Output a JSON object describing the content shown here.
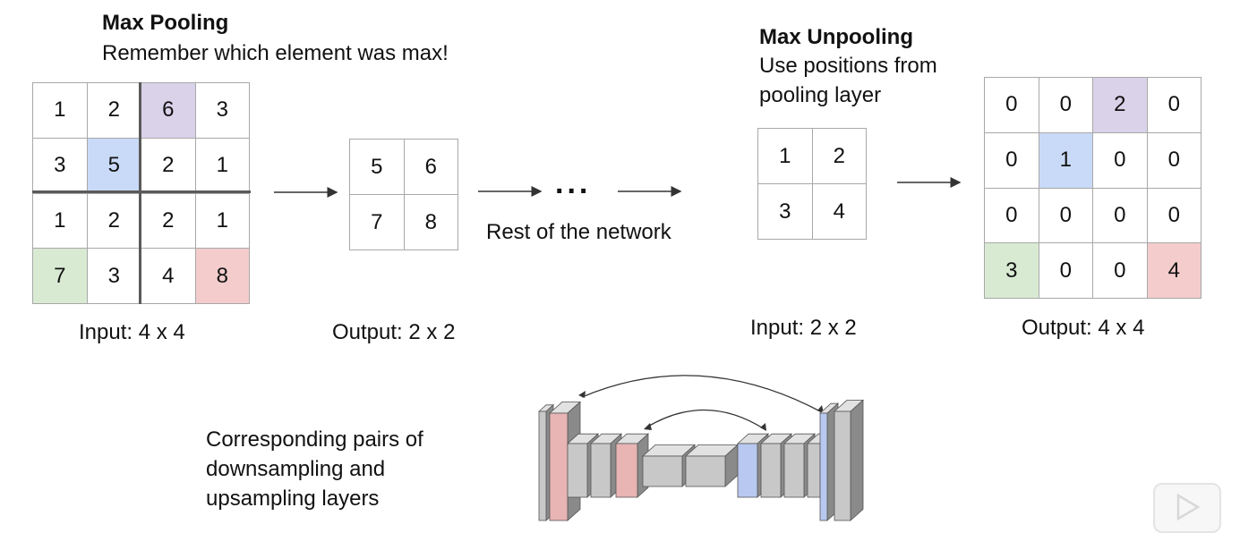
{
  "pooling": {
    "title": "Max Pooling",
    "subtitle": "Remember which element was max!",
    "input_grid": [
      [
        "1",
        "2",
        "6",
        "3"
      ],
      [
        "3",
        "5",
        "2",
        "1"
      ],
      [
        "1",
        "2",
        "2",
        "1"
      ],
      [
        "7",
        "3",
        "4",
        "8"
      ]
    ],
    "input_highlights": {
      "0-2": "#d9d2e9",
      "1-1": "#c9daf8",
      "3-0": "#d9ead3",
      "3-3": "#f4cccc"
    },
    "input_label": "Input: 4 x 4",
    "output_grid": [
      [
        "5",
        "6"
      ],
      [
        "7",
        "8"
      ]
    ],
    "output_label": "Output: 2 x 2"
  },
  "network": {
    "ellipsis": "...",
    "label": "Rest of the network"
  },
  "unpooling": {
    "title": "Max Unpooling",
    "subtitle_line1": "Use positions from",
    "subtitle_line2": "pooling layer",
    "input_grid": [
      [
        "1",
        "2"
      ],
      [
        "3",
        "4"
      ]
    ],
    "input_label": "Input: 2 x 2",
    "output_grid": [
      [
        "0",
        "0",
        "2",
        "0"
      ],
      [
        "0",
        "1",
        "0",
        "0"
      ],
      [
        "0",
        "0",
        "0",
        "0"
      ],
      [
        "3",
        "0",
        "0",
        "4"
      ]
    ],
    "output_highlights": {
      "0-2": "#d9d2e9",
      "1-1": "#c9daf8",
      "3-0": "#d9ead3",
      "3-3": "#f4cccc"
    },
    "output_label": "Output: 4 x 4"
  },
  "bottom": {
    "line1": "Corresponding pairs of",
    "line2": "downsampling and",
    "line3": "upsampling layers"
  },
  "colors": {
    "purple": "#d9d2e9",
    "blue": "#c9daf8",
    "green": "#d9ead3",
    "red": "#f4cccc",
    "layer_gray": "#c8c8c8",
    "layer_red": "#e8b4b4",
    "layer_blue": "#b8c8f0"
  }
}
